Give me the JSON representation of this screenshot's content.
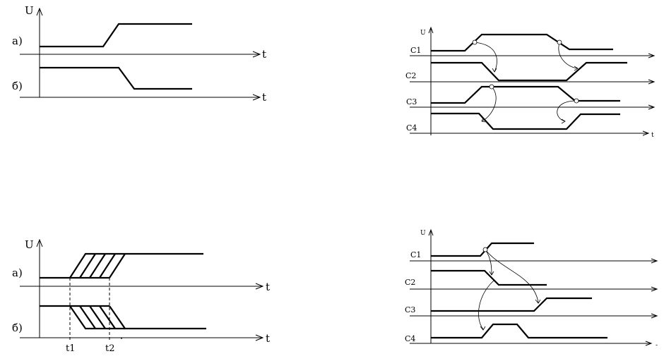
{
  "panel_top_left": {
    "u_label": "U",
    "row_a_label": "а)",
    "row_b_label": "б)",
    "t_axis_label_1": "t",
    "t_axis_label_2": "t"
  },
  "panel_bottom_left": {
    "u_label": "U",
    "row_a_label": "а)",
    "row_b_label": "б)",
    "t_axis_label_1": "t",
    "t_axis_label_2": "t",
    "t1_label": "t1",
    "t2_label": "t2"
  },
  "panel_top_right": {
    "u_label": "U",
    "c1_label": "C1",
    "c2_label": "C2",
    "c3_label": "C3",
    "c4_label": "C4",
    "t_axis_label": "t"
  },
  "panel_bottom_right": {
    "u_label": "U",
    "c1_label": "C1",
    "c2_label": "C2",
    "c3_label": "C3",
    "c4_label": "C4",
    "t_axis_label": "-"
  }
}
